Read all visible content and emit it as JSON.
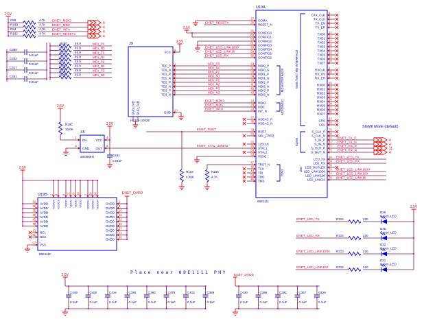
{
  "colors": {
    "wire": "#7a1240",
    "component_blue": "#0000cd",
    "power_red": "#e80000",
    "net_red": "#e4003a",
    "pin_number_red": "#c42000",
    "junction_magenta": "#ff00ff"
  },
  "notes": {
    "mode": "SGMII Mode (default)",
    "placement": "Place near 88E1111 PHY"
  },
  "rails": {
    "v25": "2.5V",
    "dvdd": "ENET_DVDD"
  },
  "pullups": {
    "rail": "2.5V",
    "rows": [
      {
        "ref": "R99",
        "value": "4.7K",
        "signal": "ENET_MDIO",
        "page": "4"
      },
      {
        "ref": "R100",
        "value": "4.7K",
        "signal": "ENET_MDC",
        "page": "4"
      },
      {
        "ref": "R94",
        "value": "4.7K",
        "signal": "ENET_INTn",
        "page": "4"
      },
      {
        "ref": "R102",
        "value": "4.7K",
        "signal": "ENET_RESETn",
        "page": "4"
      }
    ]
  },
  "mdi_network": {
    "caps": [
      {
        "ref": "C399",
        "value": "0.01uF"
      },
      {
        "ref": "C432",
        "value": "0.01uF"
      },
      {
        "ref": "C417",
        "value": "0.01uF"
      },
      {
        "ref": "C451",
        "value": "0.01uF"
      }
    ],
    "resistors": [
      {
        "ref": "R280",
        "value": "49.9",
        "signal": "MDI_P0"
      },
      {
        "ref": "R281",
        "value": "49.9",
        "signal": "MDI_N0"
      },
      {
        "ref": "R278",
        "value": "49.9",
        "signal": "MDI_P1"
      },
      {
        "ref": "R279",
        "value": "49.9",
        "signal": "MDI_N1"
      },
      {
        "ref": "R277",
        "value": "49.9",
        "signal": "MDI_P2"
      },
      {
        "ref": "R288",
        "value": "49.9",
        "signal": "MDI_N2"
      },
      {
        "ref": "R292",
        "value": "49.9",
        "signal": "MDI_P3"
      },
      {
        "ref": "R289",
        "value": "49.9",
        "signal": "MDI_N3"
      }
    ]
  },
  "rj45": {
    "ref": "J9",
    "part": "HFJ11-1G02E",
    "rail": "2.5V",
    "tabs": [
      "GND_TAB",
      "GND_TAB"
    ],
    "pins": [
      {
        "name": "VCC",
        "num": "9"
      },
      {
        "name": "TD0_P",
        "num": "1"
      },
      {
        "name": "TD0_N",
        "num": "2"
      },
      {
        "name": "TD1_P",
        "num": "3"
      },
      {
        "name": "TD1_N",
        "num": "6"
      },
      {
        "name": "TD2_P",
        "num": "4"
      },
      {
        "name": "TD2_N",
        "num": "5"
      },
      {
        "name": "TD3_P",
        "num": "7"
      },
      {
        "name": "TD3_N",
        "num": "8"
      },
      {
        "name": "GND",
        "num": "10"
      }
    ]
  },
  "oscillator": {
    "ref": "X5",
    "freq": "25.00MHz",
    "rail": "2.5V",
    "pins": [
      {
        "name": "EN",
        "num": "1"
      },
      {
        "name": "GND",
        "num": "2"
      },
      {
        "name": "OUT",
        "num": "3"
      },
      {
        "name": "VCC",
        "num": "4"
      }
    ],
    "pullup": {
      "ref": "R290",
      "value": "10.0K"
    },
    "cap": {
      "ref": "C431",
      "value": "0.01uF"
    }
  },
  "xtal_signal": "ENET_XTAL_25MHZ",
  "rset": {
    "signal": "ENET_RSET",
    "r_rset": {
      "ref": "R103",
      "value": "4.99K"
    },
    "r_jtag": {
      "ref": "R106",
      "value": "4.7K"
    }
  },
  "phy": {
    "ref": "U19A",
    "part": "88E1111",
    "iface": {
      "parallel": "GMII / MII / TBI INTERFACE",
      "sgmii": "SGMII",
      "led": "LED",
      "mdi": "MDI INTERFACE",
      "mgmt": "MDIO/MDC",
      "jtag": "JTAG"
    },
    "left_groups": [
      {
        "pins": [
          {
            "name": "COMA",
            "num": "27",
            "net": "gnd"
          },
          {
            "name": "RESET_N",
            "num": "28",
            "sig": "ENET_RESETn"
          }
        ]
      },
      {
        "pins": [
          {
            "name": "CONFIG0",
            "num": "65",
            "net": "v_a"
          },
          {
            "name": "CONFIG1",
            "num": "64",
            "net": "v_b"
          },
          {
            "name": "CONFIG2",
            "num": "63",
            "net": "g_a"
          },
          {
            "name": "CONFIG3",
            "num": "61",
            "net": "g_b"
          },
          {
            "name": "CONFIG4",
            "num": "60",
            "sig": "ENET_LED_LINK1000"
          },
          {
            "name": "CONFIG5",
            "num": "59",
            "sig": "ENET_LED_LINK10"
          },
          {
            "name": "CONFIG6",
            "num": "58",
            "sig": "ENET_LED_RX"
          }
        ]
      },
      {
        "pins": [
          {
            "name": "MDI0_P",
            "num": "29",
            "net": "mdi",
            "sig": "MDI_P0"
          },
          {
            "name": "MDI0_N",
            "num": "31",
            "net": "mdi",
            "sig": "MDI_N0"
          },
          {
            "name": "MDI1_P",
            "num": "33",
            "net": "mdi",
            "sig": "MDI_P1"
          },
          {
            "name": "MDI1_N",
            "num": "34",
            "net": "mdi",
            "sig": "MDI_N1"
          },
          {
            "name": "MDI2_P",
            "num": "39",
            "net": "mdi",
            "sig": "MDI_P2"
          },
          {
            "name": "MDI2_N",
            "num": "41",
            "net": "mdi",
            "sig": "MDI_N2"
          },
          {
            "name": "MDI3_P",
            "num": "42",
            "net": "mdi",
            "sig": "MDI_P3"
          },
          {
            "name": "MDI3_N",
            "num": "43",
            "net": "mdi",
            "sig": "MDI_N3"
          }
        ]
      },
      {
        "pins": [
          {
            "name": "MDIO",
            "num": "24",
            "sig": "ENET_MDIO"
          },
          {
            "name": "MDC",
            "num": "25",
            "sig": "ENET_MDC"
          },
          {
            "name": "INT_N",
            "num": "23",
            "sig": "ENET_INTn"
          }
        ]
      },
      {
        "pins": [
          {
            "name": "HSDAC_P",
            "num": "37",
            "nc": 1
          },
          {
            "name": "HSDAC_N",
            "num": "38",
            "nc": 1
          }
        ]
      },
      {
        "pins": [
          {
            "name": "RSET",
            "num": "30",
            "net": "rset"
          },
          {
            "name": "SEL_FREQ",
            "num": "56",
            "nc": 1
          }
        ]
      },
      {
        "pins": [
          {
            "name": "125CLK",
            "num": "22",
            "nc": 1
          },
          {
            "name": "XTAL1",
            "num": "55",
            "net": "xtal"
          },
          {
            "name": "XTAL2",
            "num": "54",
            "nc": 1
          },
          {
            "name": "VSSC",
            "num": "53",
            "net": "vssc"
          }
        ]
      },
      {
        "pins": [
          {
            "name": "TRST_N",
            "num": "47",
            "net": "trst"
          },
          {
            "name": "TCK",
            "num": "49",
            "nc": 1
          },
          {
            "name": "TDI",
            "num": "44",
            "nc": 1
          },
          {
            "name": "TDO",
            "num": "50",
            "nc": 1
          },
          {
            "name": "TMS",
            "num": "46",
            "nc": 1
          }
        ]
      }
    ],
    "right_groups": [
      {
        "pins": [
          {
            "name": "GTX_CLK",
            "num": "9",
            "nc": 1
          },
          {
            "name": "TX_CLK",
            "num": "4",
            "nc": 1
          },
          {
            "name": "TX_EN",
            "num": "5",
            "nc": 1
          },
          {
            "name": "TX_ER",
            "num": "7",
            "nc": 1
          }
        ]
      },
      {
        "pins": [
          {
            "name": "TXD0",
            "num": "11",
            "nc": 1
          },
          {
            "name": "TXD1",
            "num": "12",
            "nc": 1
          },
          {
            "name": "TXD2",
            "num": "14",
            "nc": 1
          },
          {
            "name": "TXD3",
            "num": "15",
            "nc": 1
          },
          {
            "name": "TXD4",
            "num": "17",
            "nc": 1
          },
          {
            "name": "TXD5",
            "num": "18",
            "nc": 1
          },
          {
            "name": "TXD6",
            "num": "19",
            "nc": 1
          },
          {
            "name": "TXD7",
            "num": "20",
            "nc": 1
          }
        ]
      },
      {
        "pins": [
          {
            "name": "RXCLK",
            "num": "2",
            "nc": 1
          },
          {
            "name": "RX_DV",
            "num": "96",
            "nc": 1
          },
          {
            "name": "RX_ER",
            "num": "3",
            "nc": 1
          }
        ]
      },
      {
        "pins": [
          {
            "name": "RXD0",
            "num": "95",
            "nc": 1
          },
          {
            "name": "RXD1",
            "num": "92",
            "nc": 1
          },
          {
            "name": "RXD2",
            "num": "93",
            "nc": 1
          },
          {
            "name": "RXD3",
            "num": "91",
            "nc": 1
          },
          {
            "name": "RXD4",
            "num": "90",
            "nc": 1
          },
          {
            "name": "RXD5",
            "num": "89",
            "nc": 1
          },
          {
            "name": "RXD6",
            "num": "87",
            "nc": 1
          },
          {
            "name": "RXD7",
            "num": "86",
            "nc": 1
          }
        ]
      },
      {
        "pins": [
          {
            "name": "CRS",
            "num": "84",
            "nc": 1
          },
          {
            "name": "COL",
            "num": "83",
            "nc": 1
          }
        ]
      },
      {
        "pins": [
          {
            "name": "S_CLK_P",
            "num": "79",
            "nc": 1
          },
          {
            "name": "S_CLK_N",
            "num": "80",
            "nc": 1
          },
          {
            "name": "S_IN_P",
            "num": "82",
            "sig": "ENET_TX_P",
            "page": "4"
          },
          {
            "name": "S_IN_N",
            "num": "81",
            "sig": "ENET_TX_N",
            "page": "4"
          },
          {
            "name": "S_OUT_P",
            "num": "77",
            "sig": "ENET_RX_P",
            "page": "11"
          },
          {
            "name": "S_OUT_N",
            "num": "75",
            "sig": "ENET_RX_N",
            "page": "4"
          }
        ]
      },
      {
        "pins": [
          {
            "name": "LED_TX",
            "num": "68",
            "sig": "ENET_LED_TX"
          },
          {
            "name": "LED_RX",
            "num": "69",
            "sig": "ENET_LED_RX"
          },
          {
            "name": "LED_DUPLEX",
            "num": "70",
            "nc": 1
          },
          {
            "name": "LED_LINK1000",
            "num": "73",
            "sig": "ENET_LED_LINK1000"
          },
          {
            "name": "LED_LINK100",
            "num": "74",
            "sig": "ENET_LED_LINK100"
          },
          {
            "name": "LED_LINK10",
            "num": "76",
            "sig": "ENET_LED_LINK10"
          }
        ]
      }
    ]
  },
  "power_block": {
    "ref": "U19B",
    "part": "88E1111",
    "rail": "2.5V",
    "dvdd": "ENET_DVDD",
    "left": [
      {
        "name": "AVDD",
        "num": "32"
      },
      {
        "name": "AVDD",
        "num": "36"
      },
      {
        "name": "AVDD",
        "num": "35"
      },
      {
        "name": "AVDD",
        "num": "40"
      },
      {
        "name": "AVDD",
        "num": "45"
      },
      {
        "name": "AVDD",
        "num": "78"
      }
    ],
    "nc": [
      {
        "name": "NC1",
        "num": "13"
      },
      {
        "name": "NC2",
        "num": "51"
      }
    ],
    "vss": {
      "name": "VSS",
      "num": "97"
    },
    "top": [
      {
        "name": "VDDOX",
        "num": "2"
      },
      {
        "name": "VDDOX",
        "num": "8"
      },
      {
        "name": "VDDO",
        "num": "5"
      },
      {
        "name": "VDDO",
        "num": "21"
      },
      {
        "name": "VDDO",
        "num": "26"
      },
      {
        "name": "VDDO",
        "num": "38"
      },
      {
        "name": "VDDOH",
        "num": "7"
      },
      {
        "name": "VDDOH",
        "num": "66"
      },
      {
        "name": "VDDOH",
        "num": "84"
      }
    ],
    "right": [
      {
        "name": "DVDD",
        "num": "1"
      },
      {
        "name": "DVDD",
        "num": "6"
      },
      {
        "name": "DVDD",
        "num": "10"
      },
      {
        "name": "DVDD",
        "num": "16"
      },
      {
        "name": "DVDD",
        "num": "52"
      },
      {
        "name": "DVDD",
        "num": "62"
      },
      {
        "name": "DVDD",
        "num": "67"
      },
      {
        "name": "DVDD",
        "num": "71"
      },
      {
        "name": "DVDD",
        "num": "85"
      }
    ]
  },
  "leds": {
    "rail": "2.5V",
    "rows": [
      {
        "signal": "ENET_LED_TX",
        "res": "R316",
        "rval": "220",
        "dref": "D29",
        "dtype": "Green_LED"
      },
      {
        "signal": "ENET_LED_RX",
        "res": "R315",
        "rval": "220",
        "dref": "D30",
        "dtype": "Green_LED"
      },
      {
        "signal": "ENET_LED_LINK1000",
        "res": "R313",
        "rval": "220",
        "dref": "D32",
        "dtype": "Green_LED"
      },
      {
        "signal": "ENET_LED_LINK100",
        "res": "R314",
        "rval": "220",
        "dref": "D31",
        "dtype": "Green_LED"
      }
    ]
  },
  "cap_banks": [
    {
      "rail": "2.5V",
      "note": "Place near 88E1111 PHY",
      "caps": [
        {
          "ref": "C449",
          "value": "0.1uF"
        },
        {
          "ref": "C450",
          "value": "0.1uF"
        },
        {
          "ref": "C416",
          "value": "0.1uF"
        },
        {
          "ref": "C390",
          "value": "0.1uF"
        },
        {
          "ref": "C392",
          "value": "0.1uF"
        },
        {
          "ref": "C478",
          "value": "0.1uF"
        },
        {
          "ref": "C415",
          "value": "0.1uF"
        },
        {
          "ref": "C389",
          "value": "0.1uF"
        }
      ]
    },
    {
      "rail": "ENET_DVDD",
      "caps": [
        {
          "ref": "C430",
          "value": "0.1uF"
        },
        {
          "ref": "C388",
          "value": "0.1uF"
        },
        {
          "ref": "C391",
          "value": "0.1uF"
        },
        {
          "ref": "C367",
          "value": "0.1uF"
        },
        {
          "ref": "C429",
          "value": "0.1uF"
        }
      ]
    }
  ]
}
